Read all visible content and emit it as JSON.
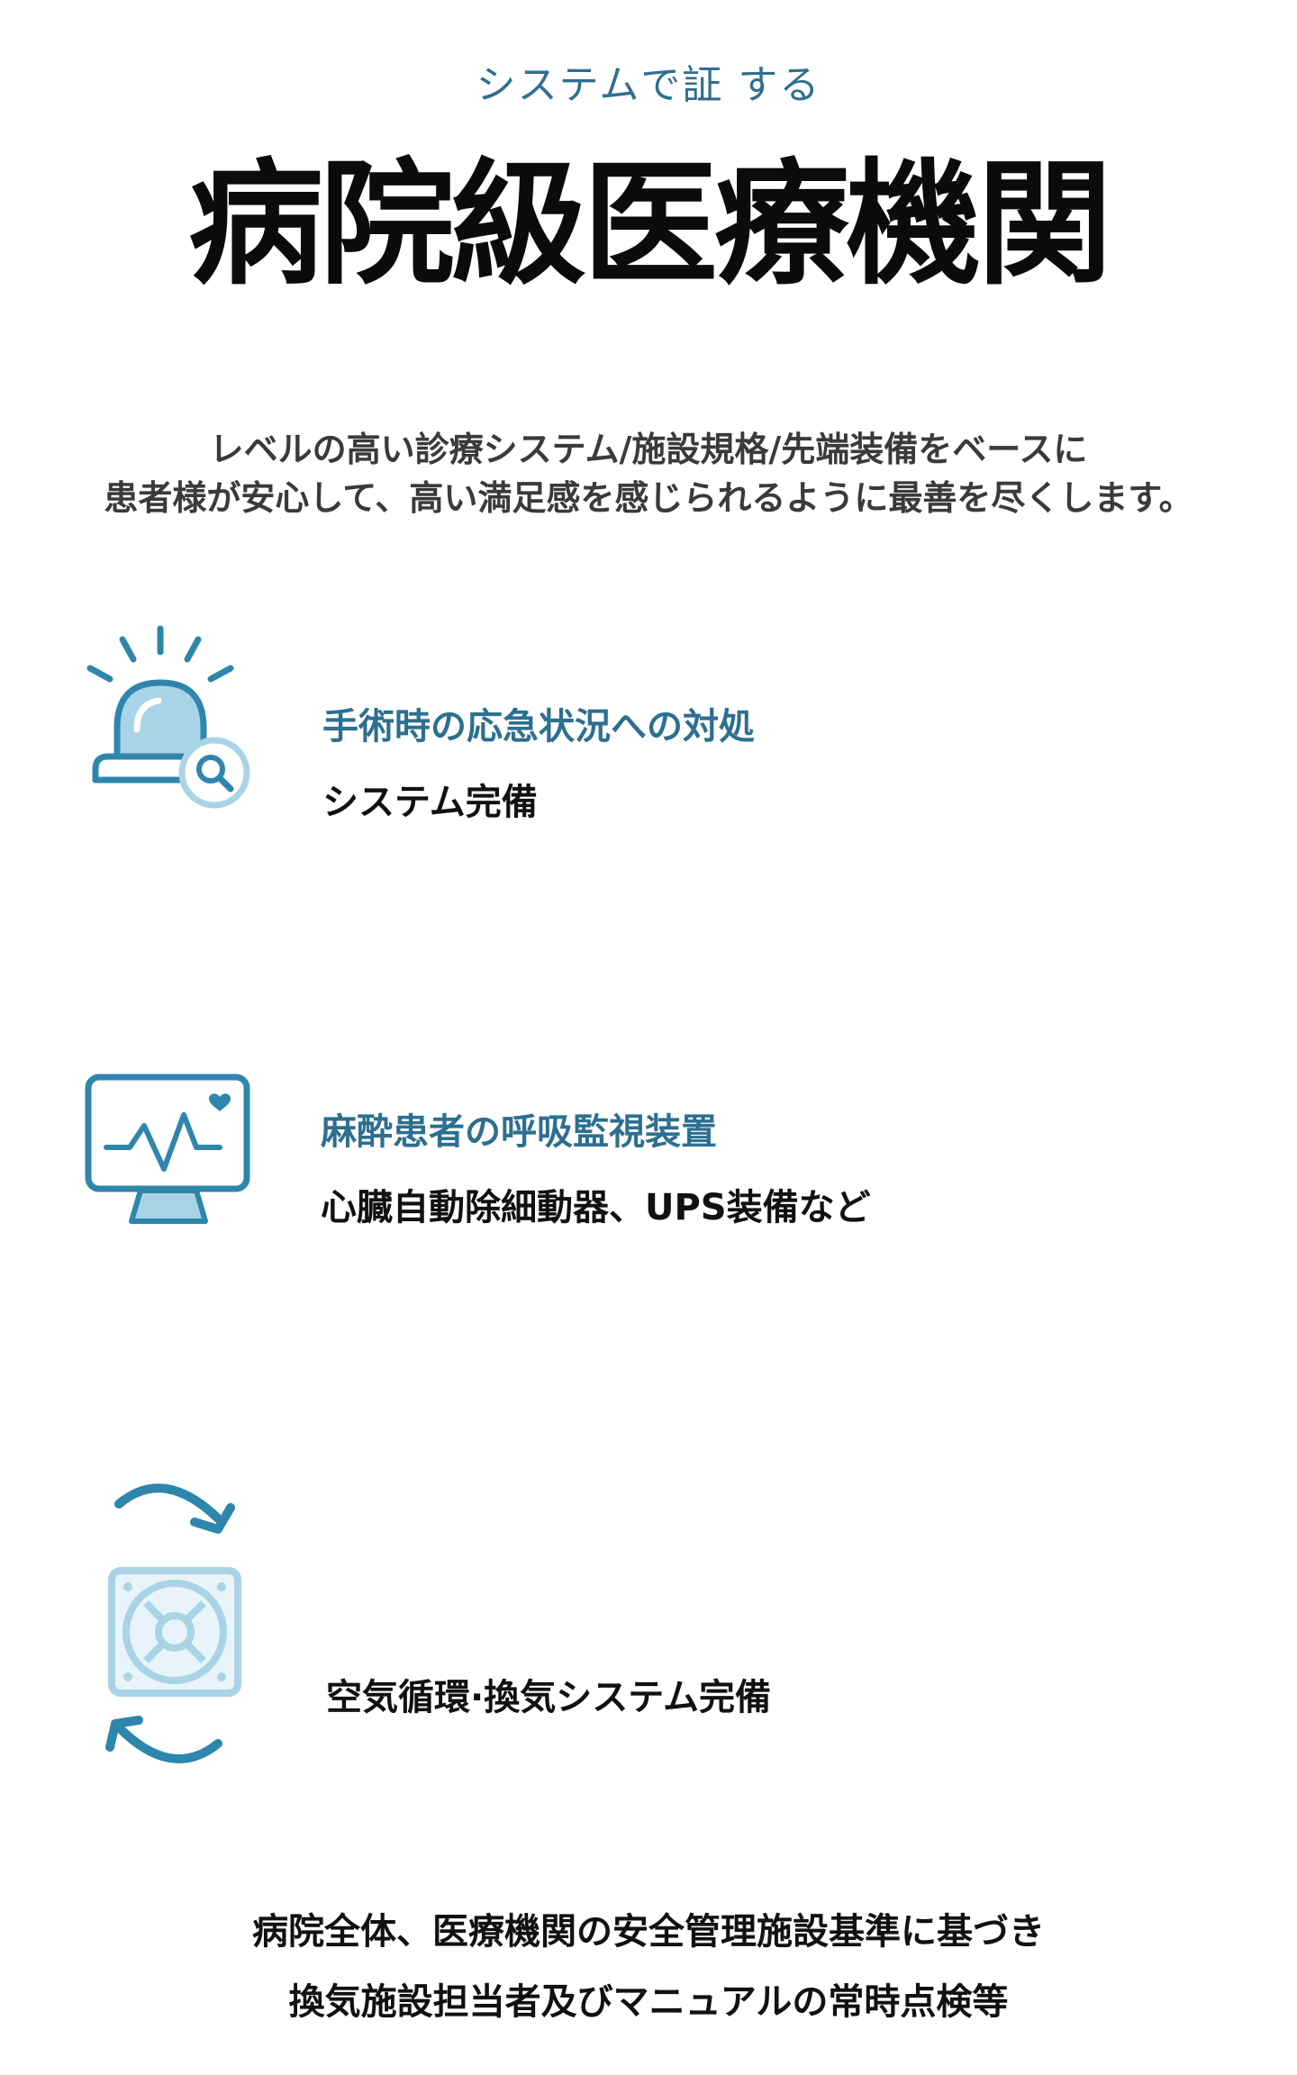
{
  "header": {
    "subtitle": "システムで証 する",
    "title": "病院級医療機関"
  },
  "intro": {
    "line1": "レベルの高い診療システム/施設規格/先端装備をベースに",
    "line2": "患者様が安心して、高い満足感を感じられるように最善を尽くします。"
  },
  "features": [
    {
      "icon": "alarm-siren-search-icon",
      "heading": "手術時の応急状況への対処",
      "desc": "システム完備"
    },
    {
      "icon": "heart-monitor-icon",
      "heading": "麻酔患者の呼吸監視装置",
      "desc": "心臓自動除細動器、UPS装備など"
    },
    {
      "icon": "ventilation-fan-icon",
      "heading": "",
      "desc": "空気循環·換気システム完備"
    }
  ],
  "closing": {
    "line1": "病院全体、医療機関の安全管理施設基準に基づき",
    "line2": "換気施設担当者及びマニュアルの常時点検等"
  },
  "colors": {
    "accent": "#2d6f90",
    "icon_stroke": "#2f86ac",
    "icon_fill": "#a9d3e6"
  }
}
